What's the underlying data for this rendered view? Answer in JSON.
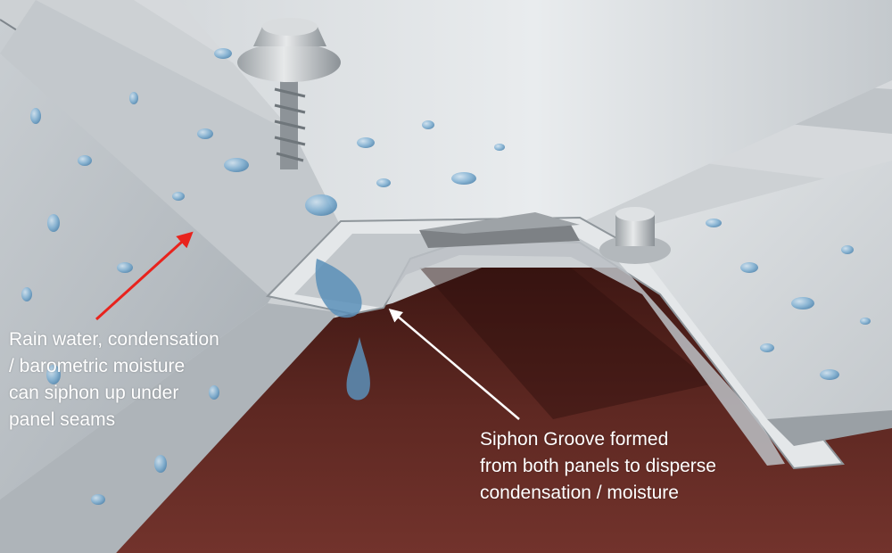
{
  "callouts": {
    "rain_water": {
      "lines": [
        "Rain water, condensation",
        "/ barometric moisture",
        "can siphon up under",
        "panel seams"
      ]
    },
    "siphon_groove": {
      "lines": [
        "Siphon Groove formed",
        "from both panels to disperse",
        "condensation / moisture"
      ]
    }
  },
  "colors": {
    "arrow_red": "#e8231d",
    "arrow_white": "#ffffff",
    "metal_light": "#dfe3e6",
    "metal_mid": "#b9bfc4",
    "metal_dark": "#8e959b",
    "substrate": "#6a2e28",
    "water": "#5a8fb8"
  },
  "icons": [
    "screw-icon",
    "bolt-head-icon",
    "water-droplet-icon",
    "red-arrow-icon",
    "white-arrow-icon"
  ]
}
